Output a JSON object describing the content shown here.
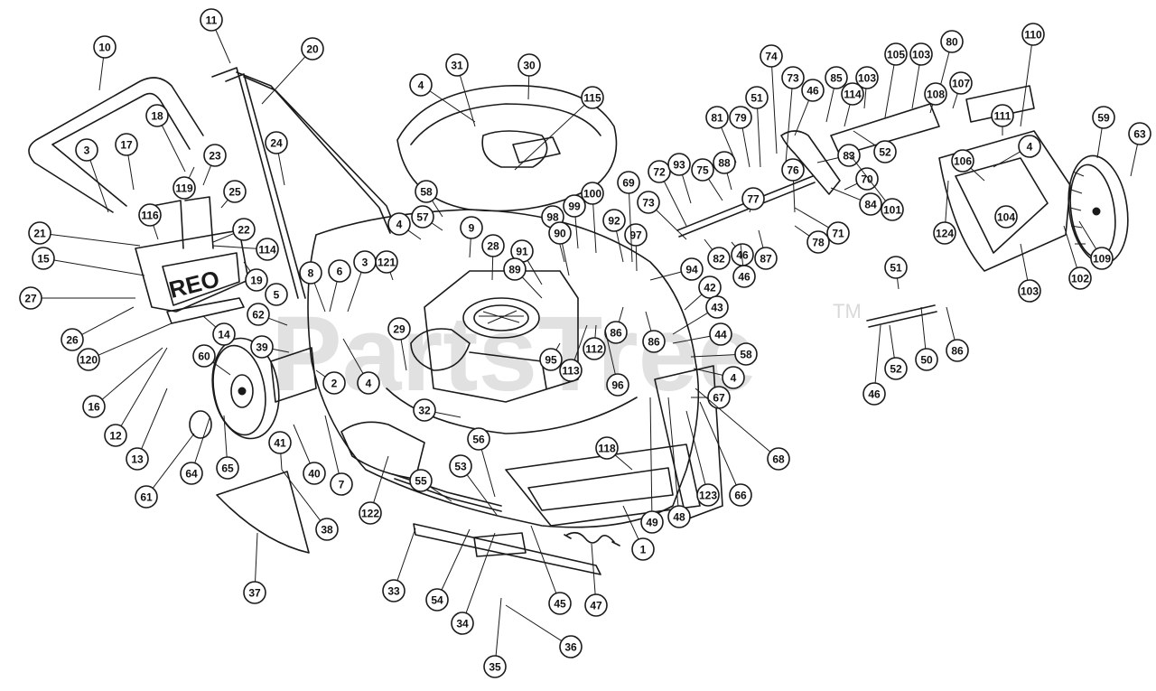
{
  "watermark": {
    "text": "PartsTree",
    "tm": "TM"
  },
  "brand_plate": {
    "text": "REO"
  },
  "callouts": [
    "10",
    "11",
    "20",
    "31",
    "30",
    "4",
    "115",
    "74",
    "51",
    "73",
    "85",
    "103",
    "105",
    "103",
    "80",
    "110",
    "81",
    "79",
    "46",
    "114",
    "52",
    "108",
    "107",
    "111",
    "4",
    "59",
    "63",
    "18",
    "17",
    "3",
    "23",
    "119",
    "25",
    "116",
    "24",
    "22",
    "21",
    "114",
    "15",
    "19",
    "27",
    "5",
    "26",
    "120",
    "14",
    "16",
    "12",
    "13",
    "60",
    "61",
    "64",
    "65",
    "62",
    "39",
    "2",
    "4",
    "8",
    "6",
    "3",
    "121",
    "29",
    "9",
    "28",
    "58",
    "57",
    "4",
    "98",
    "99",
    "100",
    "91",
    "90",
    "89",
    "92",
    "97",
    "69",
    "73",
    "72",
    "93",
    "75",
    "88",
    "77",
    "46",
    "76",
    "78",
    "83",
    "70",
    "84",
    "101",
    "71",
    "82",
    "87",
    "46",
    "94",
    "42",
    "43",
    "44",
    "58",
    "4",
    "67",
    "68",
    "86",
    "86",
    "112",
    "113",
    "95",
    "96",
    "32",
    "56",
    "53",
    "55",
    "54",
    "34",
    "35",
    "36",
    "45",
    "47",
    "33",
    "41",
    "38",
    "37",
    "40",
    "7",
    "122",
    "118",
    "49",
    "48",
    "123",
    "66",
    "1",
    "51",
    "50",
    "52",
    "46",
    "86",
    "124",
    "106",
    "104",
    "103",
    "102",
    "109"
  ]
}
